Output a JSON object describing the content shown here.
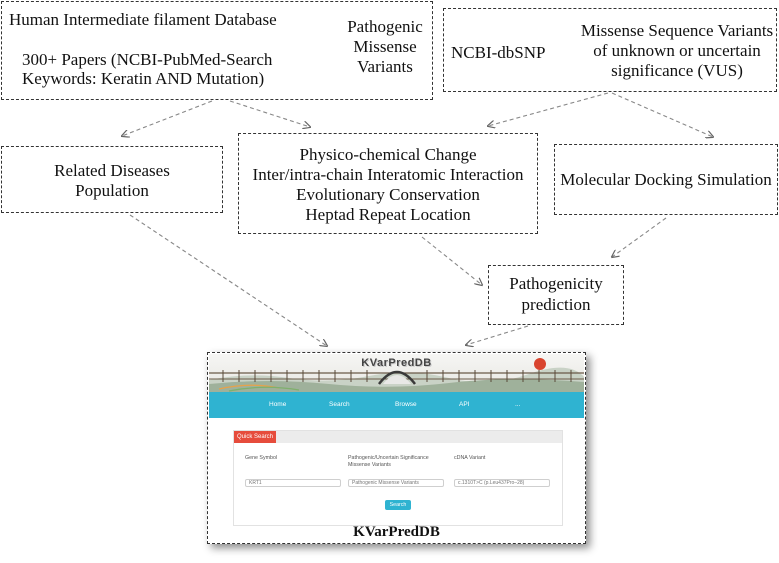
{
  "box_hif": {
    "line1": "Human Intermediate filament Database",
    "line2": "300+ Papers (NCBI-PubMed-Search",
    "line3": "Keywords: Keratin AND Mutation)"
  },
  "pathogenic": [
    "Pathogenic",
    "Missense",
    "Variants"
  ],
  "box_dbsnp": {
    "source": "NCBI-dbSNP",
    "lines": [
      "Missense Sequence Variants",
      "of unknown or uncertain",
      "significance (VUS)"
    ]
  },
  "box_diseases": [
    "Related Diseases",
    "Population"
  ],
  "box_features": [
    "Physico-chemical Change",
    "Inter/intra-chain Interatomic Interaction",
    "Evolutionary Conservation",
    "Heptad Repeat Location"
  ],
  "box_docking": "Molecular Docking Simulation",
  "box_prediction": [
    "Pathogenicity",
    "prediction"
  ],
  "screenshot": {
    "banner_title": "KVarPredDB",
    "nav": [
      "Home",
      "Search",
      "Browse",
      "API",
      "..."
    ],
    "quick_search_tab": "Quick Search",
    "labels": {
      "gene_symbol": "Gene Symbol",
      "variant_type_1": "Pathogenic/Uncertain Significance",
      "variant_type_2": "Missense Variants",
      "cdna": "cDNA Variant"
    },
    "inputs": {
      "gene_symbol": "KRT1",
      "variant_type": "Pathogenic Missense Variants",
      "cdna": "c.1310T>C (p.Leu437Pro–28)"
    },
    "search_button": "Search"
  },
  "caption": "KVarPredDB"
}
